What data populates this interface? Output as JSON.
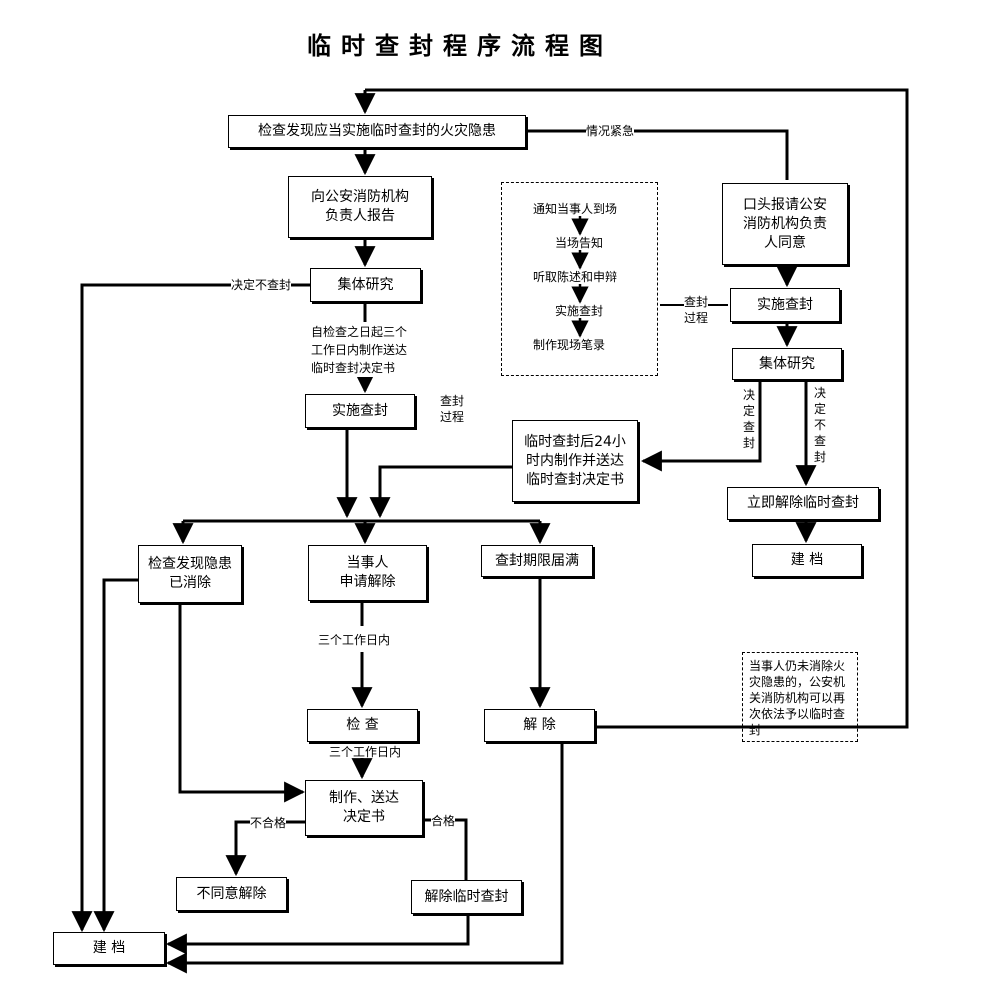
{
  "title": "临时查封程序流程图",
  "nodes": {
    "discover": "检查发现应当实施临时查封的火灾隐患",
    "report": "向公安消防机构\n负责人报告",
    "study1": "集体研究",
    "implement1": "实施查封",
    "verbal": "口头报请公安\n消防机构负责\n人同意",
    "implement2": "实施查封",
    "study2": "集体研究",
    "decision24": "临时查封后24小\n时内制作并送达\n临时查封决定书",
    "release_now": "立即解除临时查封",
    "archive_right": "建  档",
    "hazard_gone": "检查发现隐患\n已消除",
    "party_apply": "当事人\n申请解除",
    "period_expire": "查封期限届满",
    "inspect": "检  查",
    "release": "解  除",
    "make_doc": "制作、送达\n决定书",
    "disagree": "不同意解除",
    "lift": "解除临时查封",
    "archive_left": "建  档"
  },
  "labels": {
    "urgent": "情况紧急",
    "no_seal_left": "决定不查封",
    "deliver_3days": "自检查之日起三个\n工作日内制作送达\n临时查封决定书",
    "process1": "查封\n过程",
    "process2": "查封\n过程",
    "decide_seal": "决定查封",
    "decide_no_seal": "决定不查封",
    "three_days_a": "三个工作日内",
    "three_days_b": "三个工作日内",
    "unqualified": "不合格",
    "qualified": "合格",
    "reseal_note": "当事人仍未消除火灾隐患的，公安机关消防机构可以再次依法予以临时查封"
  },
  "process_steps": [
    "通知当事人到场",
    "当场告知",
    "听取陈述和申辩",
    "实施查封",
    "制作现场笔录"
  ]
}
